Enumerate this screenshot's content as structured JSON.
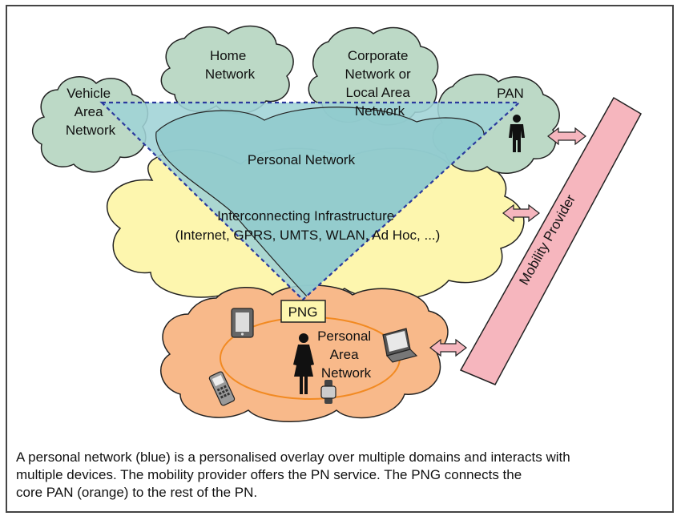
{
  "diagram": {
    "clouds": {
      "vehicle": [
        "Vehicle",
        "Area",
        "Network"
      ],
      "home": [
        "Home",
        "Network"
      ],
      "corporate": [
        "Corporate",
        "Network or",
        "Local Area",
        "Network"
      ],
      "pan": [
        "PAN"
      ],
      "infrastructure": [
        "Interconnecting Infrastructure",
        "(Internet, GPRS, UMTS, WLAN, Ad Hoc, ...)"
      ],
      "core_pan": [
        "Personal",
        "Area",
        "Network"
      ]
    },
    "personal_network_label": "Personal Network",
    "png_label": "PNG",
    "mobility_provider_label": "Mobility Provider",
    "icons": [
      "person-icon",
      "tablet-icon",
      "laptop-icon",
      "mobile-phone-icon",
      "watch-icon",
      "double-arrow-icon"
    ],
    "colors": {
      "green_cloud": "#bcd9c6",
      "yellow_cloud": "#fdf6ae",
      "orange_cloud": "#f8b98a",
      "personal_network_fill": "#9fd3d6",
      "personal_network_border": "#2b3a9e",
      "mobility_provider": "#f6b6be",
      "core_pan_ring": "#f28a22"
    }
  },
  "caption": [
    "A personal network (blue) is a personalised overlay over multiple domains and interacts with",
    "multiple devices. The mobility provider offers the PN service. The PNG connects the",
    "core PAN (orange) to the rest of the PN."
  ]
}
